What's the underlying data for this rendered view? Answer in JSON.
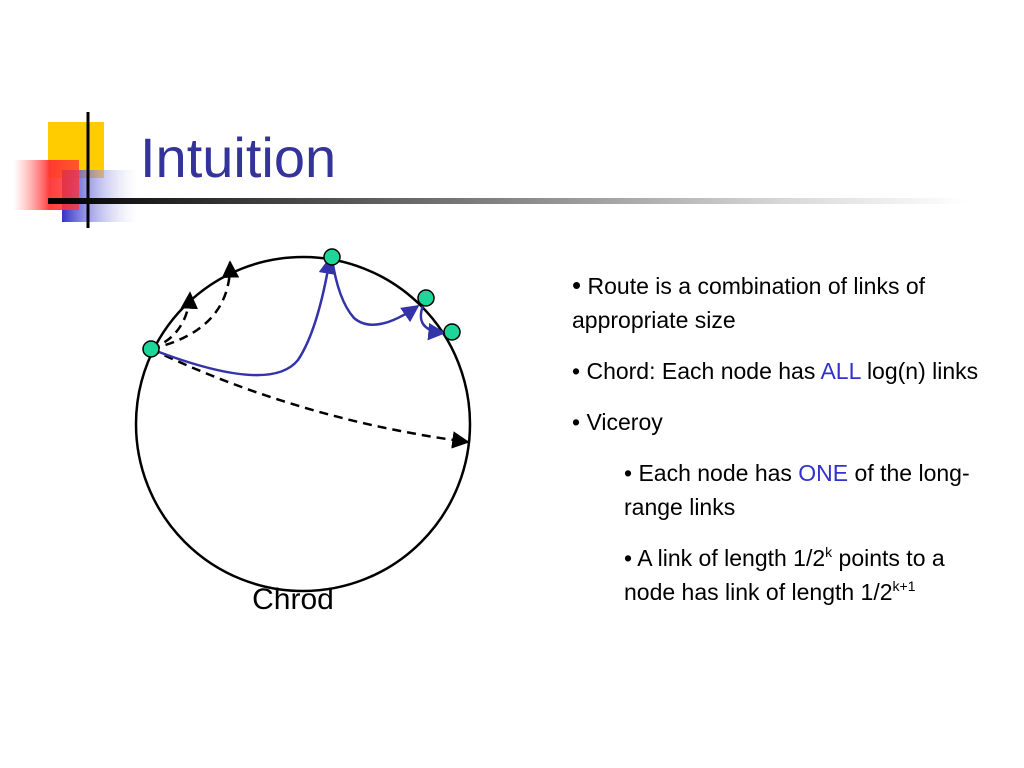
{
  "slide": {
    "title": "Intuition",
    "caption": "Chrod",
    "colors": {
      "title": "#333399",
      "accent": "#3333cc",
      "node": "#1fd69a",
      "route": "#3333aa",
      "logo_yellow": "#ffcc00",
      "logo_red": "#ff3333",
      "logo_blue": "#3333cc"
    },
    "bullets": [
      {
        "glyph": "•",
        "text": "Route is a combination of links of appropriate size"
      },
      {
        "glyph": "•",
        "before": "Chord: Each node has",
        "highlight": "ALL",
        "after": "log(n) links"
      },
      {
        "glyph": "•",
        "text": "Viceroy"
      },
      {
        "glyph": "•",
        "before": "Each node has",
        "highlight": "ONE",
        "after": "of the long-range links"
      },
      {
        "glyph": "•",
        "part1": "A link of length 1/2",
        "sup1": "k",
        "part2": "points to a node has link of length 1/2",
        "sup2": "k+1"
      }
    ]
  }
}
